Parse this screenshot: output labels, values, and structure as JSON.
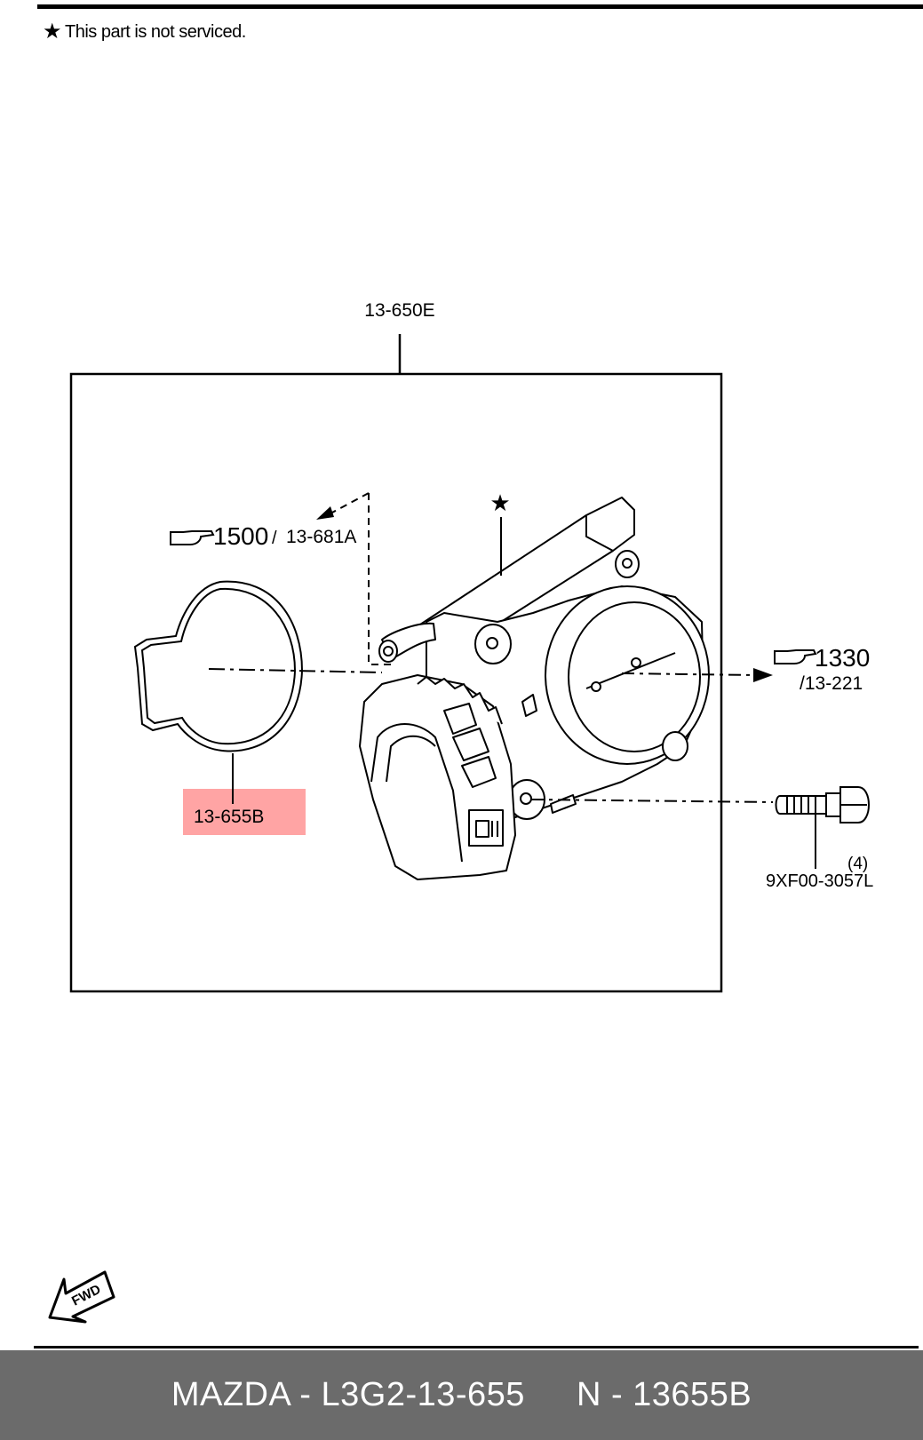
{
  "note": {
    "star": "★",
    "text": "This part is not serviced."
  },
  "callouts": {
    "assembly": "13-650E",
    "ref_left_num": "1500",
    "ref_left_sep": "/",
    "ref_left_code": "13-681A",
    "ref_right_num": "1330",
    "ref_right_code": "/13-221",
    "star_mark": "★",
    "gasket": "13-655B",
    "bolt_qty": "(4)",
    "bolt": "9XF00-3057L",
    "fwd": "FWD"
  },
  "footer": {
    "left": "MAZDA - L3G2-13-655",
    "right": "N - 13655B"
  },
  "colors": {
    "highlight": "#ff5a5a",
    "footer_bg": "#6b6b6b",
    "footer_text": "#ffffff"
  }
}
